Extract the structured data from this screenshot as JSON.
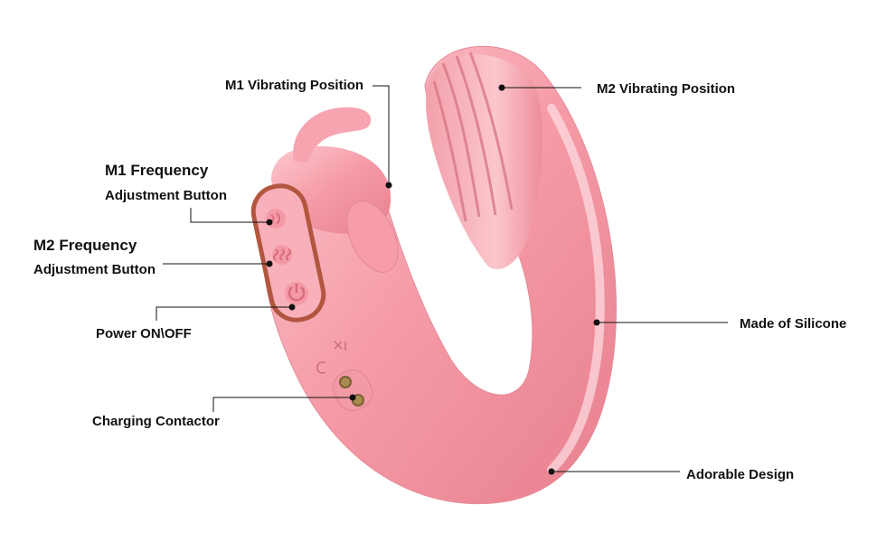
{
  "labels": {
    "m1_vibrating_position": "M1 Vibrating Position",
    "m2_vibrating_position": "M2 Vibrating Position",
    "m1_frequency_title": "M1 Frequency",
    "m1_frequency_sub": "Adjustment Button",
    "m2_frequency_title": "M2 Frequency",
    "m2_frequency_sub": "Adjustment Button",
    "power": "Power ON\\OFF",
    "charging": "Charging Contactor",
    "silicone": "Made of Silicone",
    "adorable": "Adorable Design"
  },
  "colors": {
    "body": "#f59aa6",
    "body_light": "#fbc3cb",
    "body_dark": "#e07b8a",
    "trim": "#b3563f",
    "line": "#111111"
  }
}
